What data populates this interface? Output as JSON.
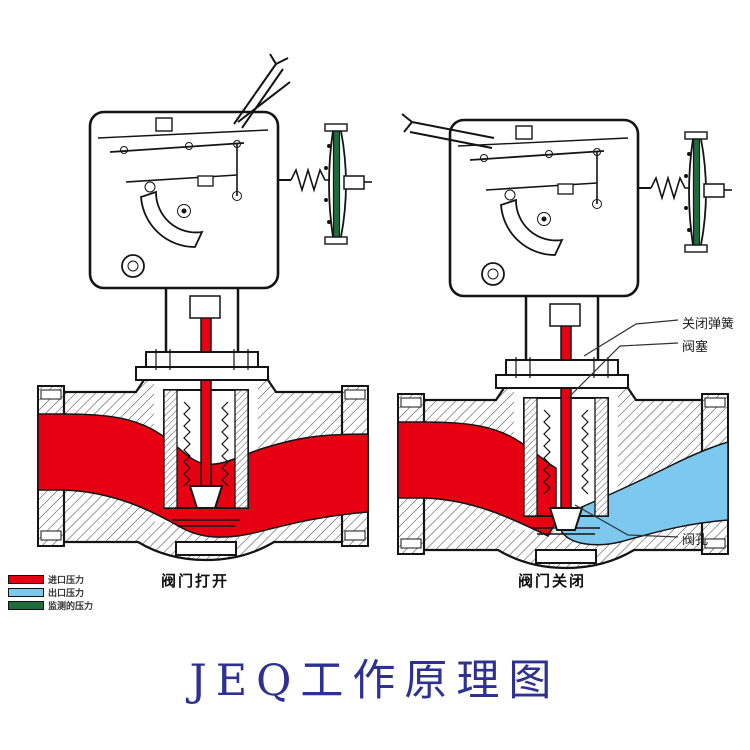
{
  "title": {
    "text": "JEQ工作原理图",
    "color": "#2e3192"
  },
  "figures": {
    "open": {
      "caption": "阀门打开"
    },
    "closed": {
      "caption": "阀门关闭"
    }
  },
  "legend": [
    {
      "id": "inlet",
      "label": "进口压力",
      "color": "#e60012"
    },
    {
      "id": "outlet",
      "label": "出口压力",
      "color": "#7cc8ef"
    },
    {
      "id": "monitored",
      "label": "监测的压力",
      "color": "#1e6b3d"
    }
  ],
  "annotations": {
    "closing_spring": "关闭弹簧",
    "valve_plug": "阀塞",
    "valve_orifice": "阀孔"
  },
  "colors": {
    "inlet": "#e60012",
    "outlet": "#7cc8ef",
    "monitored": "#1e6b3d",
    "line": "#141414"
  }
}
